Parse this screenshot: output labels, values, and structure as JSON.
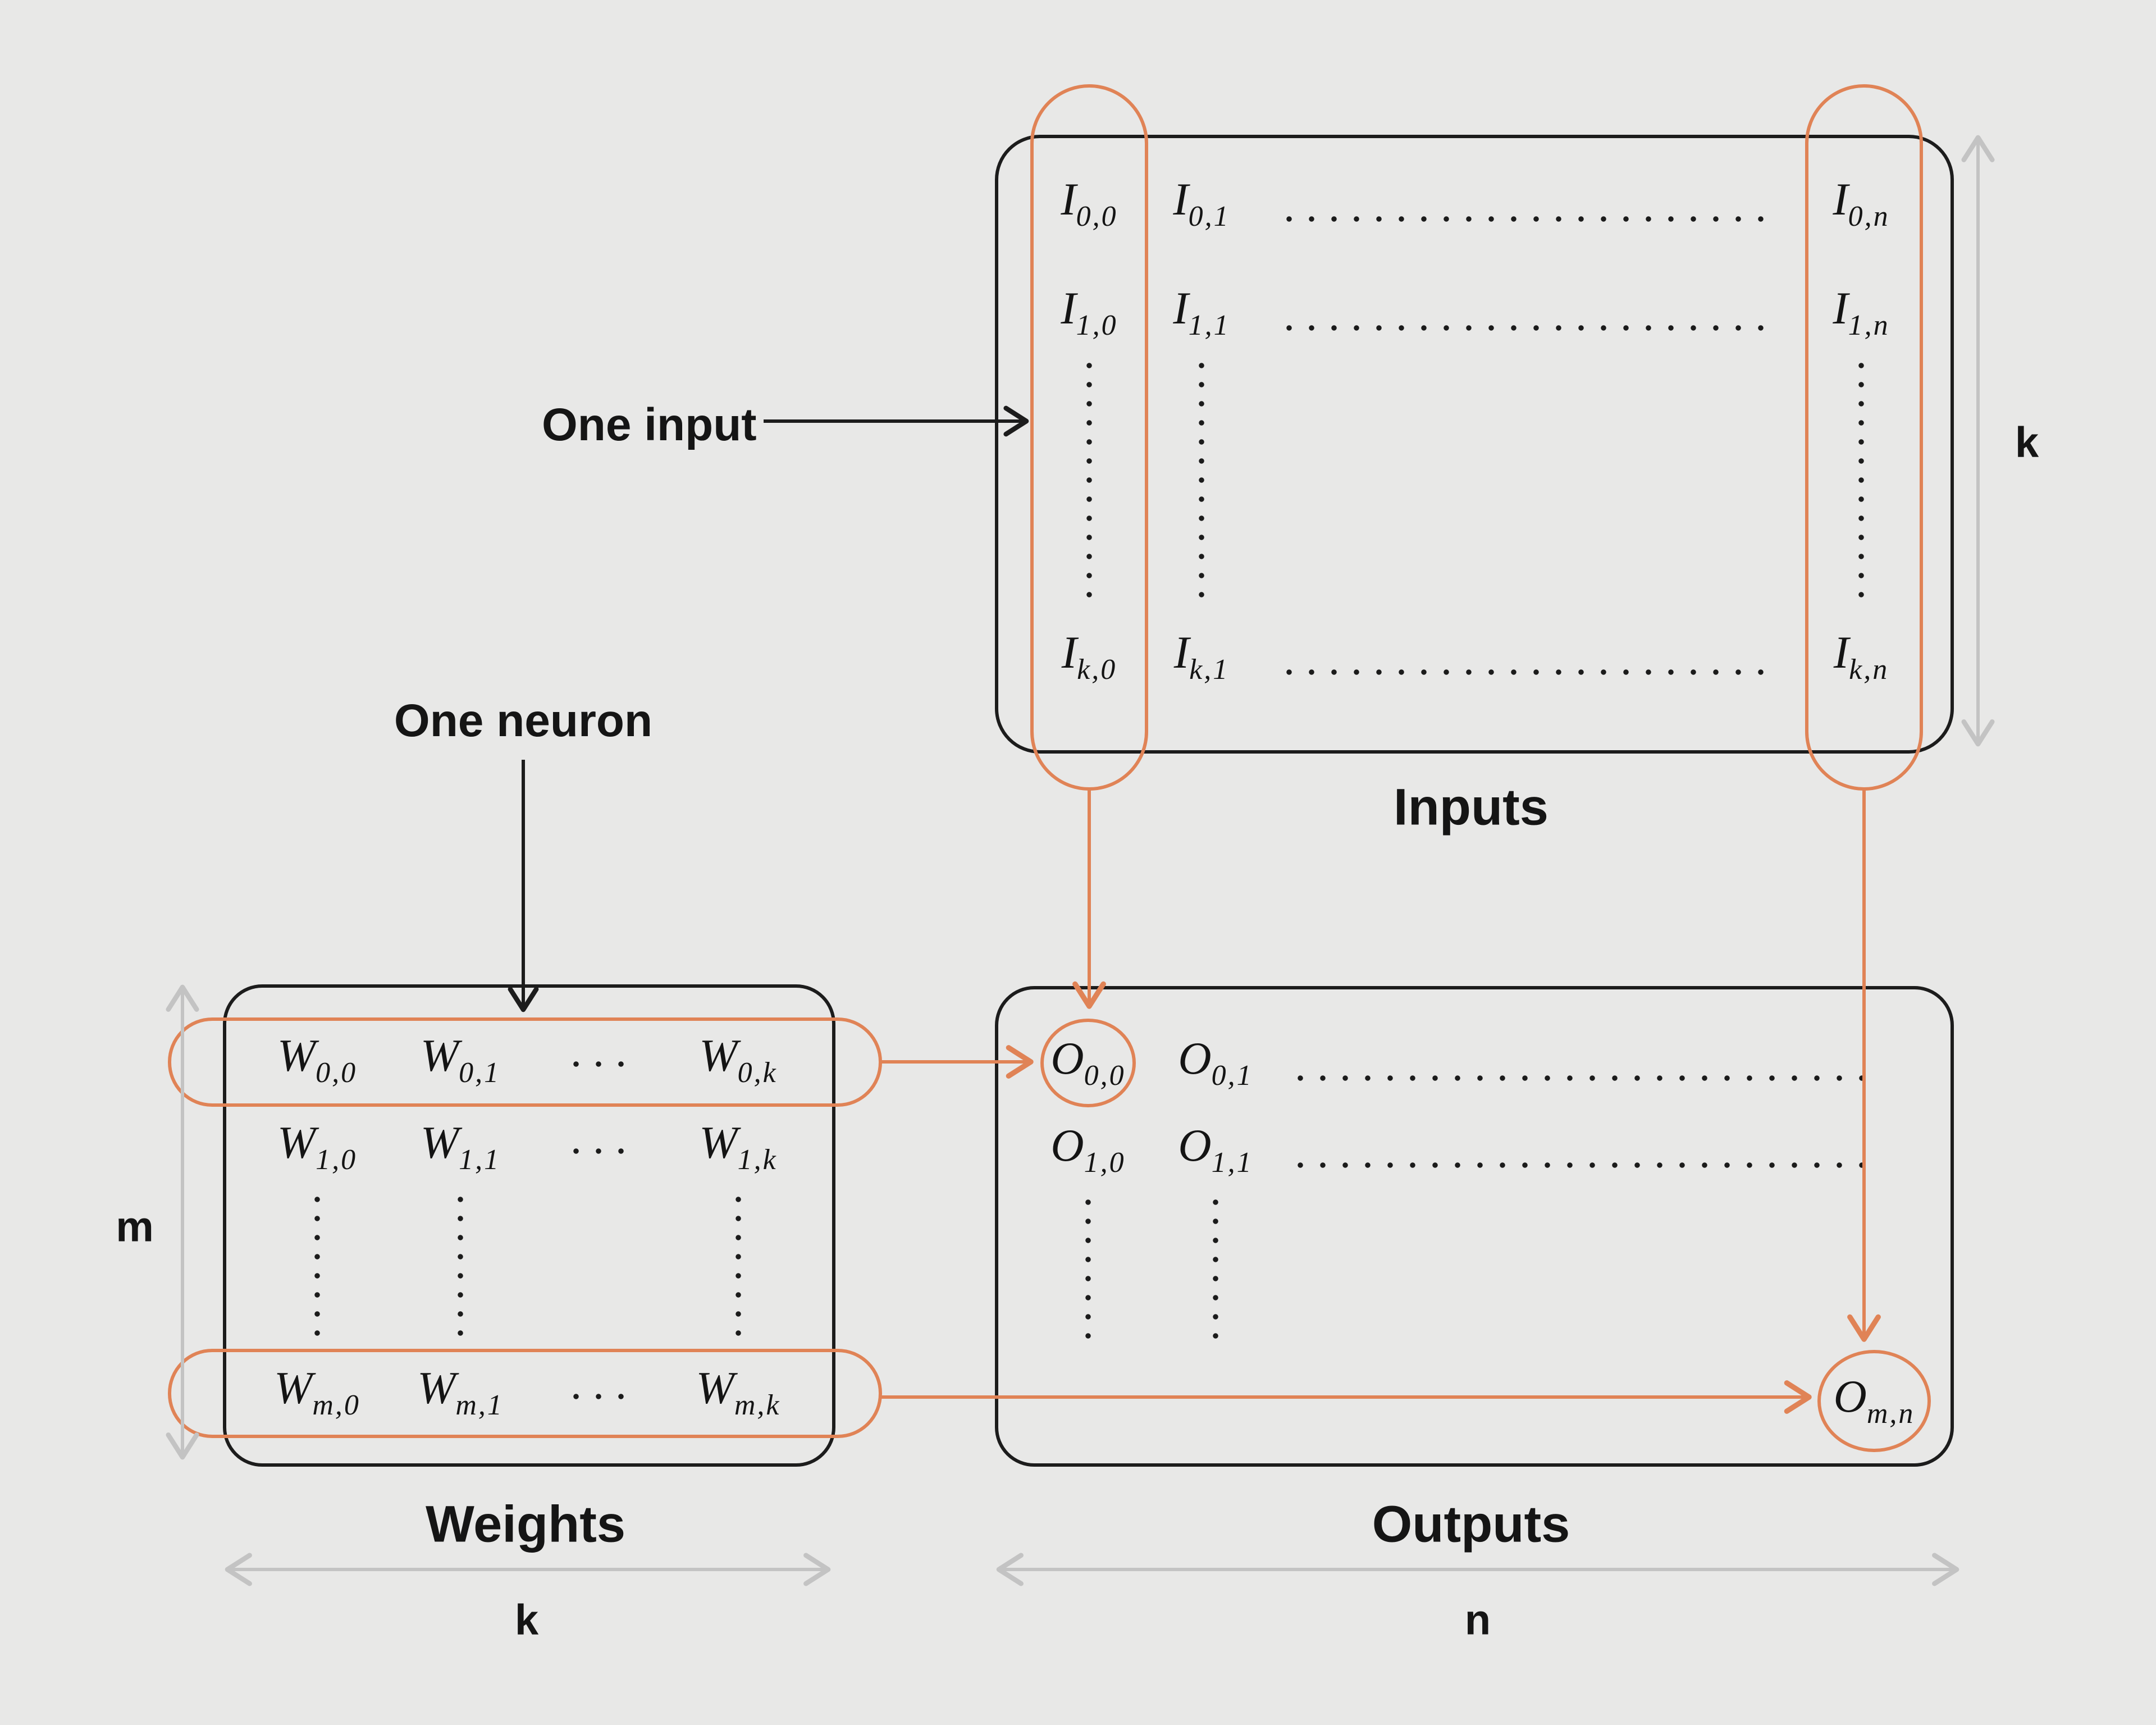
{
  "colors": {
    "background": "#e8e8e7",
    "stroke_black": "#1c1c1c",
    "accent_orange": "#e08356",
    "dimension_gray": "#c3c3c3"
  },
  "annotations": {
    "one_input": "One input",
    "one_neuron": "One neuron"
  },
  "matrices": {
    "inputs": {
      "caption": "Inputs",
      "dim_height_label": "k",
      "rows": [
        {
          "cells": [
            {
              "m": "I",
              "s": "0,0"
            },
            {
              "m": "I",
              "s": "0,1"
            },
            {
              "m": "I",
              "s": "0,n"
            }
          ]
        },
        {
          "cells": [
            {
              "m": "I",
              "s": "1,0"
            },
            {
              "m": "I",
              "s": "1,1"
            },
            {
              "m": "I",
              "s": "1,n"
            }
          ]
        },
        {
          "cells": [
            {
              "m": "I",
              "s": "k,0"
            },
            {
              "m": "I",
              "s": "k,1"
            },
            {
              "m": "I",
              "s": "k,n"
            }
          ]
        }
      ]
    },
    "weights": {
      "caption": "Weights",
      "dim_height_label": "m",
      "dim_width_label": "k",
      "rows": [
        {
          "cells": [
            {
              "m": "W",
              "s": "0,0"
            },
            {
              "m": "W",
              "s": "0,1"
            },
            {
              "m": "W",
              "s": "0,k"
            }
          ]
        },
        {
          "cells": [
            {
              "m": "W",
              "s": "1,0"
            },
            {
              "m": "W",
              "s": "1,1"
            },
            {
              "m": "W",
              "s": "1,k"
            }
          ]
        },
        {
          "cells": [
            {
              "m": "W",
              "s": "m,0"
            },
            {
              "m": "W",
              "s": "m,1"
            },
            {
              "m": "W",
              "s": "m,k"
            }
          ]
        }
      ]
    },
    "outputs": {
      "caption": "Outputs",
      "dim_width_label": "n",
      "rows": [
        {
          "cells": [
            {
              "m": "O",
              "s": "0,0"
            },
            {
              "m": "O",
              "s": "0,1"
            }
          ]
        },
        {
          "cells": [
            {
              "m": "O",
              "s": "1,0"
            },
            {
              "m": "O",
              "s": "1,1"
            }
          ]
        }
      ],
      "last_cell": {
        "m": "O",
        "s": "m,n"
      }
    }
  }
}
